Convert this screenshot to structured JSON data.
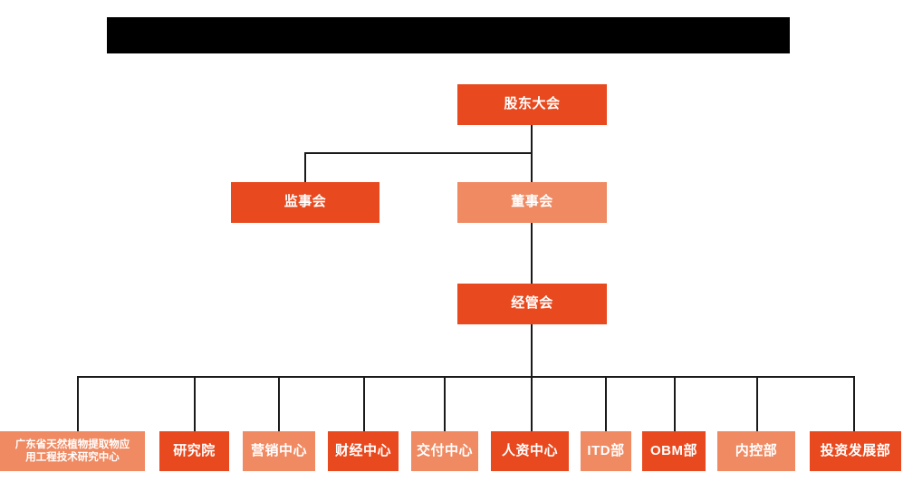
{
  "chart": {
    "title_bar": {
      "name": "redacted-title-bar",
      "text": ""
    },
    "background_color": "#ffffff",
    "colors": {
      "dark_orange": "#E8491E",
      "light_orange": "#EF8A62",
      "connector": "#1a1a1a",
      "label_text": "#ffffff",
      "redaction": "#000000"
    },
    "levels": {
      "level1": [
        {
          "id": "shareholders",
          "label": "股东大会",
          "style": "dark"
        }
      ],
      "level2": [
        {
          "id": "supervisors",
          "label": "监事会",
          "style": "dark"
        },
        {
          "id": "directors",
          "label": "董事会",
          "style": "light"
        }
      ],
      "level3": [
        {
          "id": "management",
          "label": "经管会",
          "style": "dark"
        }
      ],
      "level4": [
        {
          "id": "research-center",
          "label": "广东省天然植物提取物应用工程技术研究中心",
          "line1": "广东省天然植物提取物应",
          "line2": "用工程技术研究中心",
          "style": "light"
        },
        {
          "id": "institute",
          "label": "研究院",
          "style": "dark"
        },
        {
          "id": "marketing",
          "label": "营销中心",
          "style": "light"
        },
        {
          "id": "finance",
          "label": "财经中心",
          "style": "dark"
        },
        {
          "id": "delivery",
          "label": "交付中心",
          "style": "light"
        },
        {
          "id": "hr",
          "label": "人资中心",
          "style": "dark"
        },
        {
          "id": "itd",
          "label": "ITD部",
          "style": "light"
        },
        {
          "id": "obm",
          "label": "OBM部",
          "style": "dark"
        },
        {
          "id": "internal-control",
          "label": "内控部",
          "style": "light"
        },
        {
          "id": "investment",
          "label": "投资发展部",
          "style": "dark"
        }
      ]
    }
  }
}
